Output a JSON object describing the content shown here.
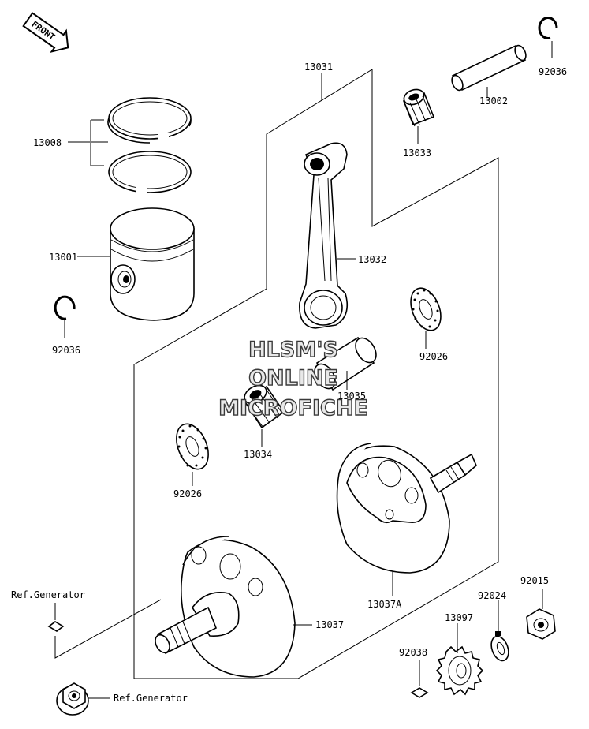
{
  "front_badge": "FRONT",
  "watermark": [
    "HLSM'S",
    "ONLINE",
    "MICROFICHE"
  ],
  "callouts": {
    "p13031": "13031",
    "p13008": "13008",
    "p13001": "13001",
    "p92036_left": "92036",
    "p92036_right": "92036",
    "p13002": "13002",
    "p13033": "13033",
    "p13032": "13032",
    "p92026_right": "92026",
    "p13035": "13035",
    "p13034": "13034",
    "p92026_left": "92026",
    "p13037A": "13037A",
    "p13037": "13037",
    "p92015": "92015",
    "p92024": "92024",
    "p13097": "13097",
    "p92038": "92038",
    "ref_generator_top": "Ref.Generator",
    "ref_generator_bottom": "Ref.Generator"
  }
}
